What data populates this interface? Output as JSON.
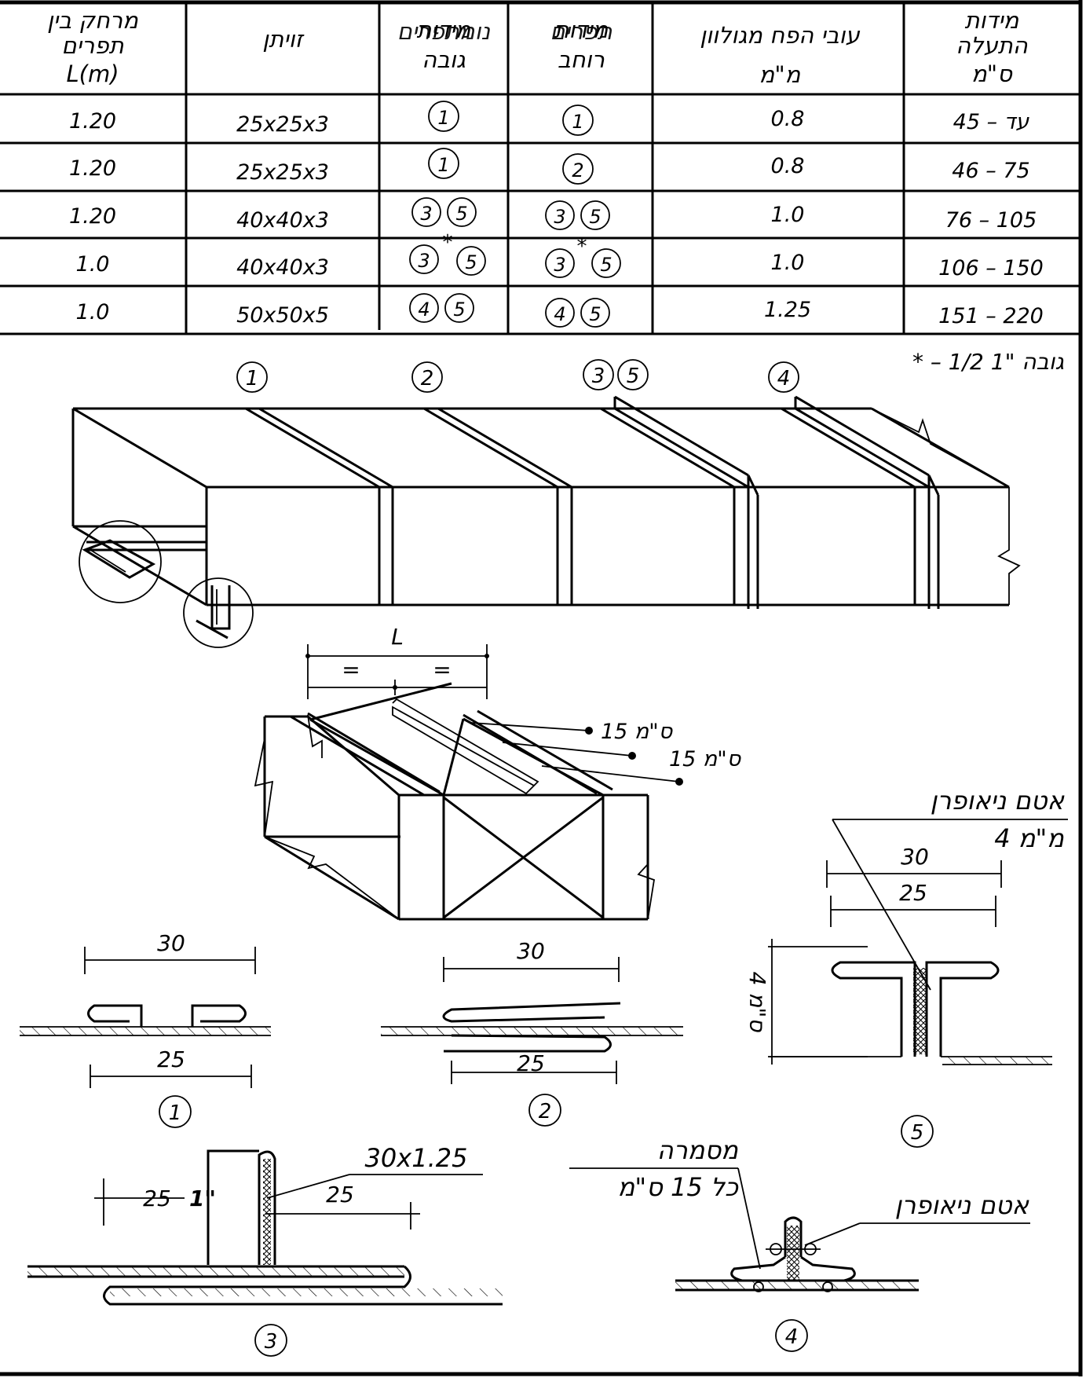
{
  "table": {
    "headers": {
      "size_line1": "מידות",
      "size_line2": "התעלה",
      "size_line3": "ס\"מ",
      "thickness_line1": "עובי הפח  מגולוון",
      "thickness_line2": "מ\"מ",
      "width_line1": "מידות",
      "width_line2": "תפרים",
      "width_line3": "רוחב",
      "height_line1": "מידות",
      "height_line2": "נומתפרים",
      "height_line3": "גובה",
      "angle": "זויתן",
      "spacing_line1": "מרחק בין",
      "spacing_line2": "תפרים",
      "spacing_line3": "L(m)"
    },
    "rows": [
      {
        "size": "עד  –  45",
        "thickness": "0.8",
        "width": [
          "1"
        ],
        "height": [
          "1"
        ],
        "angle": "25x25x3",
        "spacing": "1.20",
        "star": false
      },
      {
        "size": "46  –  75",
        "thickness": "0.8",
        "width": [
          "2"
        ],
        "height": [
          "1"
        ],
        "angle": "25x25x3",
        "spacing": "1.20",
        "star": false
      },
      {
        "size": "76  –  105",
        "thickness": "1.0",
        "width": [
          "3",
          "5"
        ],
        "height": [
          "3",
          "5"
        ],
        "angle": "40x40x3",
        "spacing": "1.20",
        "star": false
      },
      {
        "size": "106  –  150",
        "thickness": "1.0",
        "width": [
          "3",
          "5"
        ],
        "height": [
          "3",
          "5"
        ],
        "angle": "40x40x3",
        "spacing": "1.0",
        "star": true
      },
      {
        "size": "151  –  220",
        "thickness": "1.25",
        "width": [
          "4",
          "5"
        ],
        "height": [
          "4",
          "5"
        ],
        "angle": "50x50x5",
        "spacing": "1.0",
        "star": false
      }
    ],
    "star_mark": "*"
  },
  "note": "* – גובה \"1 1/2",
  "duct_labels": [
    "1",
    "2",
    "3",
    "5",
    "4"
  ],
  "middle": {
    "L": "L",
    "eq": "=",
    "dim_a": "15 ס\"מ",
    "dim_b": "15 ס\"מ"
  },
  "detail1": {
    "top": "30",
    "bottom": "25",
    "num": "1"
  },
  "detail2": {
    "top": "30",
    "bottom": "25",
    "num": "2"
  },
  "detail5": {
    "gasket_line1": "אטם ניאופרן",
    "gasket_line2": "4 מ\"מ",
    "top": "30",
    "mid": "25",
    "side": "4 ס\"מ",
    "num": "5"
  },
  "detail3": {
    "label": "30x1.25",
    "left": "25",
    "inch": "1\"",
    "right": "25",
    "num": "3"
  },
  "detail4": {
    "rivet_line1": "מסמרה",
    "rivet_line2": "כל 15 ס\"מ",
    "gasket": "אטם ניאופרן",
    "num": "4"
  }
}
